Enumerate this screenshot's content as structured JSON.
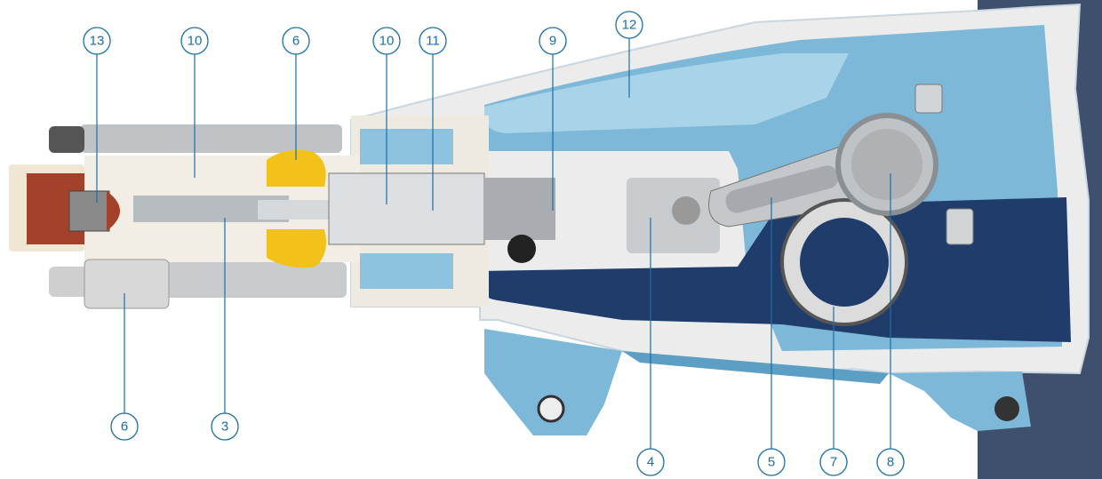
{
  "colors": {
    "callout": "#1a6fa8",
    "side_panel": "#3f4f6e",
    "housing_light": "#7db8d8",
    "housing_dark": "#1f3c6a",
    "steel": "#bfc3c6",
    "white_part": "#efe9dc",
    "yellow_seal": "#f2c21b",
    "rust_part": "#a3412a"
  },
  "callouts": [
    {
      "id": "c13-top",
      "number": "13"
    },
    {
      "id": "c10-top-a",
      "number": "10"
    },
    {
      "id": "c6-top",
      "number": "6"
    },
    {
      "id": "c10-top-b",
      "number": "10"
    },
    {
      "id": "c11-top",
      "number": "11"
    },
    {
      "id": "c9-top",
      "number": "9"
    },
    {
      "id": "c12-top",
      "number": "12"
    },
    {
      "id": "c6-bottom",
      "number": "6"
    },
    {
      "id": "c3-bottom",
      "number": "3"
    },
    {
      "id": "c4-bottom",
      "number": "4"
    },
    {
      "id": "c5-bottom",
      "number": "5"
    },
    {
      "id": "c7-bottom",
      "number": "7"
    },
    {
      "id": "c8-bottom",
      "number": "8"
    }
  ]
}
